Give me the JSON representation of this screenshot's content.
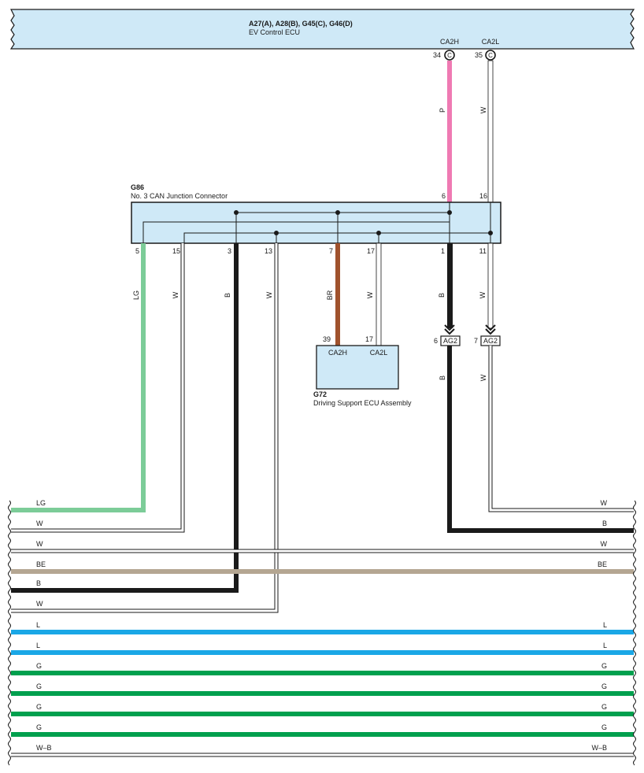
{
  "colors": {
    "box_fill": "#cfe9f7",
    "P": "#ef7ab3",
    "W": "#ffffff",
    "B": "#1a1a1a",
    "LG": "#7ccc98",
    "BR": "#a0522d",
    "BE": "#b4a692",
    "L": "#1aa7e6",
    "G": "#00a04e"
  },
  "ecu": {
    "title": "A27(A), A28(B), G45(C), G46(D)",
    "subtitle": "EV Control ECU",
    "terminals": [
      {
        "name": "CA2H",
        "pin": "34",
        "connector": "C"
      },
      {
        "name": "CA2L",
        "pin": "35",
        "connector": "C"
      }
    ]
  },
  "junction": {
    "id": "G86",
    "name": "No.  3 CAN Junction Connector",
    "top_pins": [
      "6",
      "16"
    ],
    "bottom_pins": [
      "5",
      "15",
      "3",
      "13",
      "7",
      "17",
      "1",
      "11"
    ]
  },
  "driving_support": {
    "id": "G72",
    "name": "Driving Support ECU Assembly",
    "terminals": [
      {
        "name": "CA2H",
        "pin": "39"
      },
      {
        "name": "CA2L",
        "pin": "17"
      }
    ]
  },
  "connector_ag2": {
    "label": "AG2",
    "pins": [
      "6",
      "7"
    ]
  },
  "wire_labels": {
    "ecu_ca2h": "P",
    "ecu_ca2l": "W",
    "j5": "LG",
    "j15": "W",
    "j3": "B",
    "j13": "W",
    "j7": "BR",
    "j17": "W",
    "j1": "B",
    "j11": "W",
    "ag2_6": "B",
    "ag2_7": "W"
  },
  "bundle_wires": [
    {
      "color": "LG",
      "left_label": "LG",
      "right_label": ""
    },
    {
      "color": "W",
      "left_label": "W",
      "right_label": ""
    },
    {
      "color": "W",
      "left_label": "W",
      "right_label": "W"
    },
    {
      "color": "B",
      "left_label": "",
      "right_label": "B"
    },
    {
      "color": "W",
      "left_label": "",
      "right_label": "W"
    },
    {
      "color": "BE",
      "left_label": "BE",
      "right_label": "BE"
    },
    {
      "color": "B",
      "left_label": "B",
      "right_label": ""
    },
    {
      "color": "W",
      "left_label": "W",
      "right_label": ""
    },
    {
      "color": "L",
      "left_label": "L",
      "right_label": "L"
    },
    {
      "color": "L",
      "left_label": "L",
      "right_label": "L"
    },
    {
      "color": "G",
      "left_label": "G",
      "right_label": "G"
    },
    {
      "color": "G",
      "left_label": "G",
      "right_label": "G"
    },
    {
      "color": "G",
      "left_label": "G",
      "right_label": "G"
    },
    {
      "color": "G",
      "left_label": "G",
      "right_label": "G"
    },
    {
      "color": "W",
      "left_label": "W–B",
      "right_label": "W–B"
    }
  ]
}
